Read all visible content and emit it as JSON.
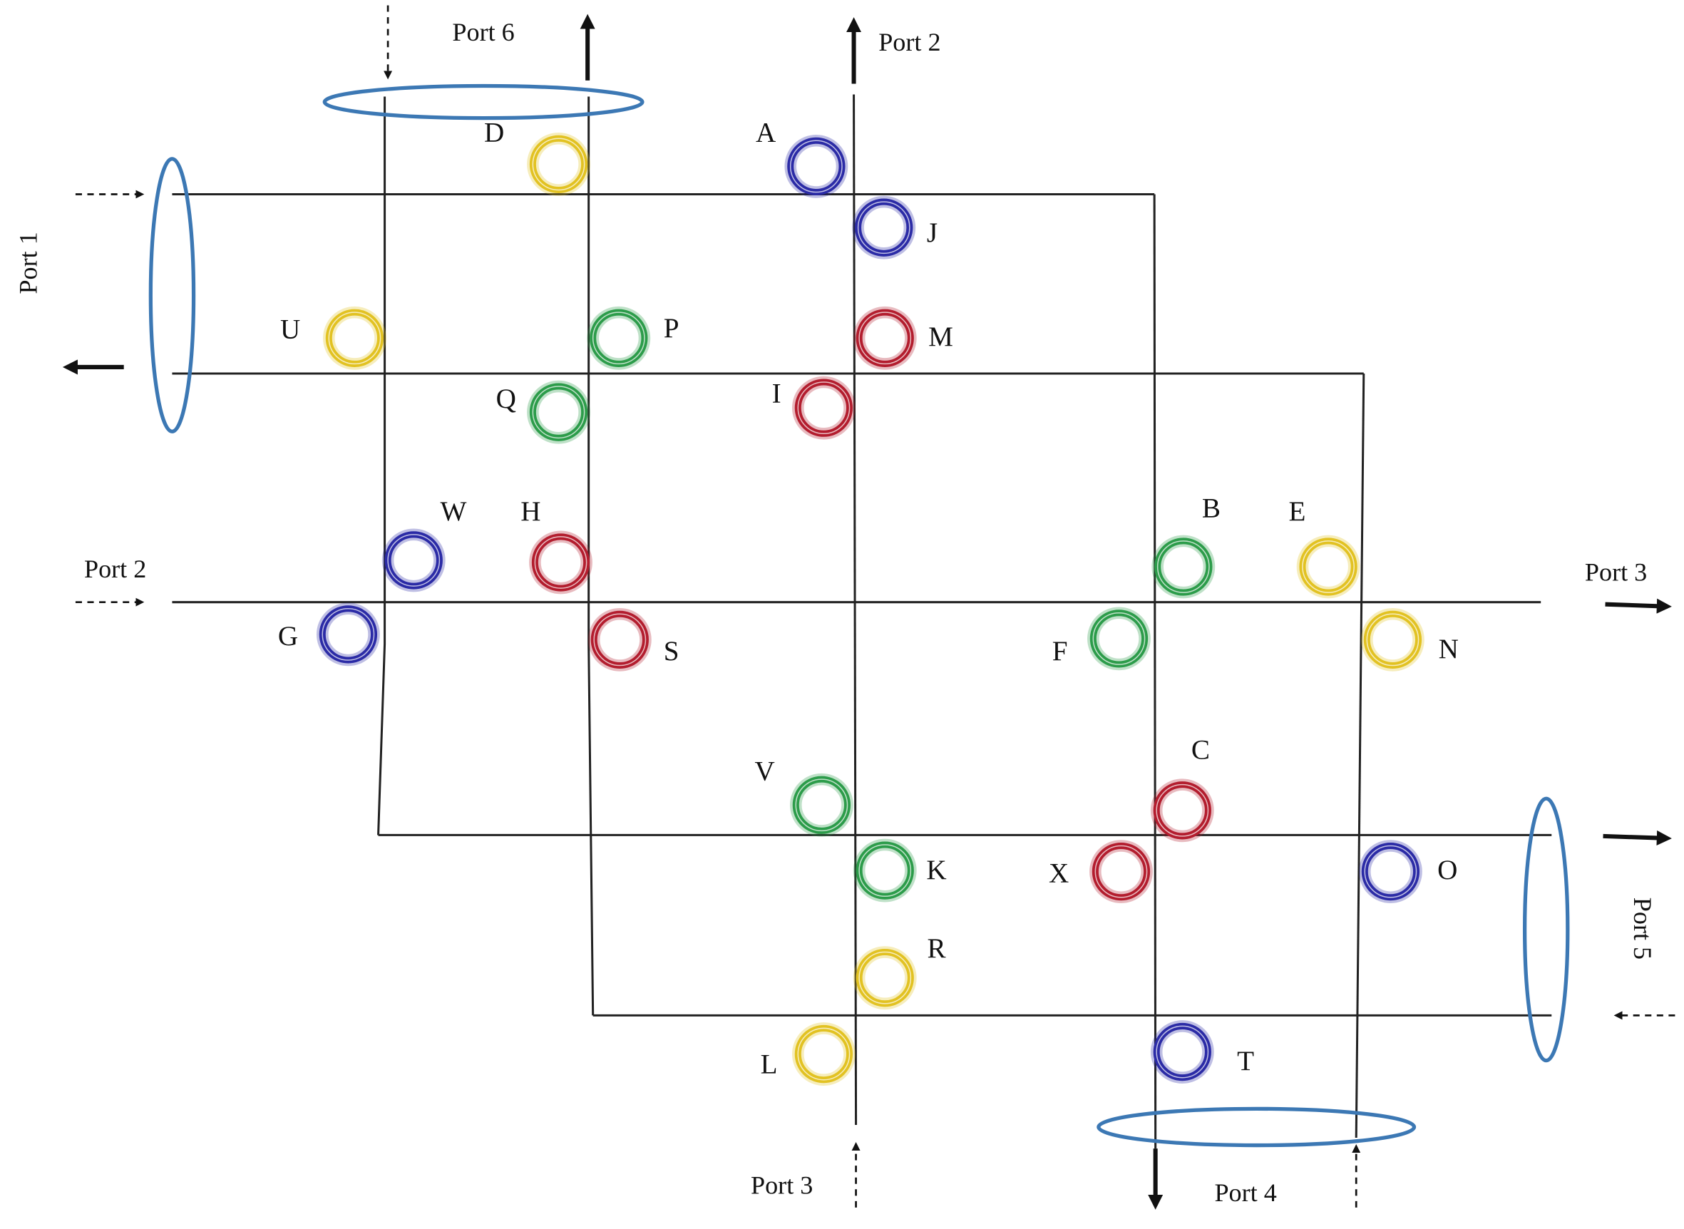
{
  "ports": {
    "port6": "Port 6",
    "port2_top": "Port 2",
    "port1": "Port 1",
    "port2_left": "Port 2",
    "port3_right": "Port 3",
    "port5": "Port 5",
    "port3_bottom": "Port 3",
    "port4": "Port 4"
  },
  "colors": {
    "blue": "#2b2ba6",
    "red": "#b31d2e",
    "green": "#2c9c4a",
    "yellow": "#e2c222",
    "coupler": "#3c78b4"
  },
  "rings": [
    {
      "label": "D",
      "color": "yellow"
    },
    {
      "label": "A",
      "color": "blue"
    },
    {
      "label": "J",
      "color": "blue"
    },
    {
      "label": "U",
      "color": "yellow"
    },
    {
      "label": "P",
      "color": "green"
    },
    {
      "label": "M",
      "color": "red"
    },
    {
      "label": "Q",
      "color": "green"
    },
    {
      "label": "I",
      "color": "red"
    },
    {
      "label": "W",
      "color": "blue"
    },
    {
      "label": "H",
      "color": "red"
    },
    {
      "label": "G",
      "color": "blue"
    },
    {
      "label": "S",
      "color": "red"
    },
    {
      "label": "B",
      "color": "green"
    },
    {
      "label": "E",
      "color": "yellow"
    },
    {
      "label": "F",
      "color": "green"
    },
    {
      "label": "N",
      "color": "yellow"
    },
    {
      "label": "V",
      "color": "green"
    },
    {
      "label": "C",
      "color": "red"
    },
    {
      "label": "K",
      "color": "green"
    },
    {
      "label": "X",
      "color": "red"
    },
    {
      "label": "O",
      "color": "blue"
    },
    {
      "label": "R",
      "color": "yellow"
    },
    {
      "label": "L",
      "color": "yellow"
    },
    {
      "label": "T",
      "color": "blue"
    }
  ]
}
